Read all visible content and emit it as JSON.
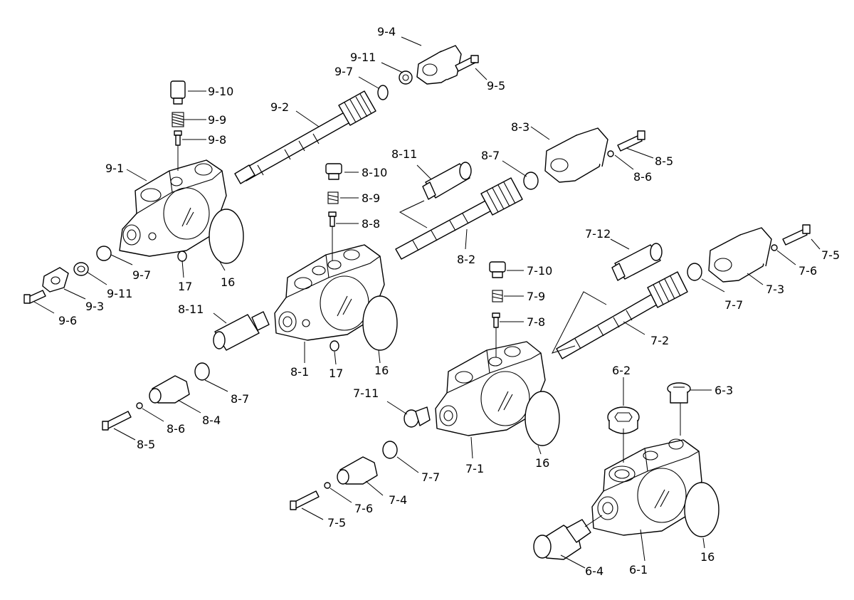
{
  "labels": {
    "l_9_4": "9-4",
    "l_9_11a": "9-11",
    "l_9_7a": "9-7",
    "l_9_5": "9-5",
    "l_9_10": "9-10",
    "l_9_9": "9-9",
    "l_9_8": "9-8",
    "l_9_2": "9-2",
    "l_9_1": "9-1",
    "l_9_7b": "9-7",
    "l_9_11b": "9-11",
    "l_9_3": "9-3",
    "l_9_6": "9-6",
    "l_17a": "17",
    "l_16a": "16",
    "l_8_3": "8-3",
    "l_8_5a": "8-5",
    "l_8_6a": "8-6",
    "l_8_7a": "8-7",
    "l_8_11a": "8-11",
    "l_8_10": "8-10",
    "l_8_9": "8-9",
    "l_8_8": "8-8",
    "l_8_2": "8-2",
    "l_8_11b": "8-11",
    "l_8_1": "8-1",
    "l_17b": "17",
    "l_16b": "16",
    "l_8_7b": "8-7",
    "l_8_4": "8-4",
    "l_8_6b": "8-6",
    "l_8_5b": "8-5",
    "l_7_12": "7-12",
    "l_7_10": "7-10",
    "l_7_9": "7-9",
    "l_7_8": "7-8",
    "l_7_2": "7-2",
    "l_7_7a": "7-7",
    "l_7_3": "7-3",
    "l_7_6a": "7-6",
    "l_7_5a": "7-5",
    "l_7_11": "7-11",
    "l_7_1": "7-1",
    "l_16c": "16",
    "l_7_7b": "7-7",
    "l_7_4": "7-4",
    "l_7_6b": "7-6",
    "l_7_5b": "7-5",
    "l_6_2": "6-2",
    "l_6_3": "6-3",
    "l_6_1": "6-1",
    "l_6_4": "6-4",
    "l_16d": "16"
  }
}
